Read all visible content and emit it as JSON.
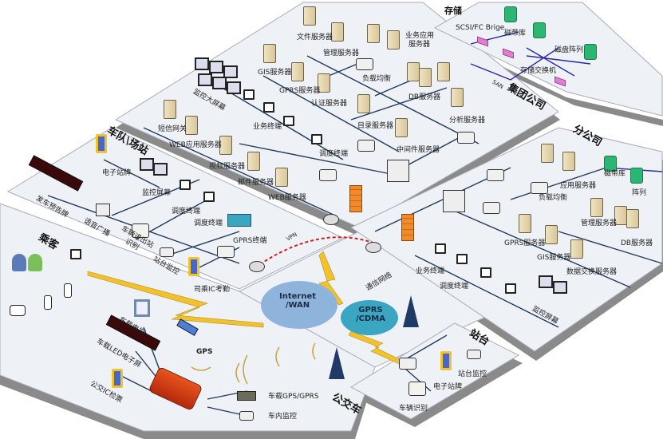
{
  "colors": {
    "platform": "#eef1f6",
    "platform_shadow": "#8a8a8a",
    "line": "#1f3a5a",
    "san": "#2a2aa0",
    "vpn": "#d02020",
    "lightning": "#f2c12e",
    "cloud": "#8fb4dc",
    "cloud_gprs": "#3aa6c2"
  },
  "group": {
    "title": "集团公司",
    "file_server": "文件服务器",
    "mgmt_server": "管理服务器",
    "biz_app_server_1": "业务应用",
    "biz_app_server_2": "服务器",
    "gis_server": "GIS服务器",
    "load_balance": "负载均衡",
    "gprs_server": "GPRS服务器",
    "auth_server": "认证服务器",
    "db_server": "DB服务器",
    "video_wall": "监控大屏幕",
    "analysis_server": "分析服务器",
    "directory_server": "目录服务器",
    "sms_gateway": "短信网关",
    "biz_terminal": "业务终端",
    "web_app_server": "WEB应用服务器",
    "middleware_server": "中间件服务器",
    "dispatch_terminal": "调度终端",
    "video_server": "视频服务器",
    "mail_server": "邮件服务器",
    "web_server": "WEB服务器"
  },
  "storage": {
    "title": "存储",
    "bridge": "SCSI/FC Brige",
    "tape_library": "磁带库",
    "disk_array": "磁盘阵列",
    "storage_switch": "存储交换机",
    "san": "SAN"
  },
  "branch": {
    "title": "分公司",
    "app_server": "应用服务器",
    "tape_library": "磁带库",
    "array": "阵列",
    "load_balance": "负载均衡",
    "mgmt_server": "管理服务器",
    "gprs_server": "GPRS服务器",
    "db_server": "DB服务器",
    "gis_server": "GIS服务器",
    "data_exchange_server": "数据交换服务器",
    "biz_terminal": "业务终端",
    "dispatch_terminal": "调度终端",
    "monitor_screen": "监控屏幕"
  },
  "fleet": {
    "title": "车队\\场站",
    "e_sign": "电子站牌",
    "monitor_screen": "监控屏幕",
    "departure_board": "发车预告牌",
    "dispatch_terminal_1": "调度终端",
    "dispatch_terminal_2": "调度终端",
    "broadcast": "语音广播",
    "vehicle_id_1": "车辆进出站",
    "vehicle_id_2": "识别",
    "gprs_terminal": "GPRS终端",
    "platform_monitor": "站台监控",
    "ic_attendance": "司乘IC考勤"
  },
  "passenger": {
    "title": "乘客"
  },
  "bus": {
    "title": "公交车",
    "tv": "车载电视",
    "led": "车载LED电子屏",
    "gps": "GPS",
    "ic_ticket": "公交IC检票",
    "gps_gprs": "车载GPS/GPRS",
    "camera": "车内监控"
  },
  "network": {
    "internet": "Internet\n/WAN",
    "gprs": "GPRS\n/CDMA",
    "vpn": "VPN",
    "comm_network": "通信网络"
  },
  "station": {
    "title": "站台",
    "monitor": "站台监控",
    "e_sign": "电子站牌",
    "vehicle_id": "车辆识别"
  }
}
